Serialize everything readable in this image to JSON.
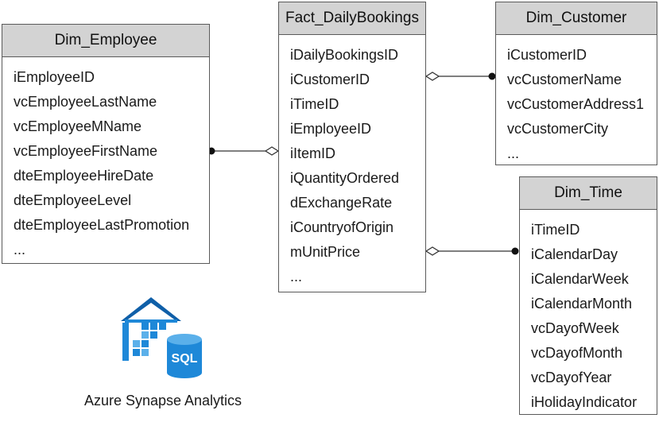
{
  "tables": {
    "employee": {
      "name": "Dim_Employee",
      "fields": [
        "iEmployeeID",
        "vcEmployeeLastName",
        "vcEmployeeMName",
        "vcEmployeeFirstName",
        "dteEmployeeHireDate",
        "dteEmployeeLevel",
        "dteEmployeeLastPromotion",
        "..."
      ]
    },
    "fact": {
      "name": "Fact_DailyBookings",
      "fields": [
        "iDailyBookingsID",
        "iCustomerID",
        "iTimeID",
        "iEmployeeID",
        "iItemID",
        "iQuantityOrdered",
        "dExchangeRate",
        "iCountryofOrigin",
        "mUnitPrice",
        "..."
      ]
    },
    "customer": {
      "name": "Dim_Customer",
      "fields": [
        "iCustomerID",
        "vcCustomerName",
        "vcCustomerAddress1",
        "vcCustomerCity",
        "..."
      ]
    },
    "time": {
      "name": "Dim_Time",
      "fields": [
        "iTimeID",
        "iCalendarDay",
        "iCalendarWeek",
        "iCalendarMonth",
        "vcDayofWeek",
        "vcDayofMonth",
        "vcDayofYear",
        "iHolidayIndicator"
      ]
    }
  },
  "logo": {
    "caption": "Azure Synapse Analytics",
    "badge_text": "SQL",
    "icon": "azure-synapse-analytics-icon",
    "colors": {
      "primary": "#1e88d8",
      "dark": "#0f5fa8",
      "light": "#5bb0ea"
    }
  },
  "colors": {
    "header_bg": "#d3d3d3",
    "border": "#5a5a5a",
    "text": "#1a1a1a"
  }
}
